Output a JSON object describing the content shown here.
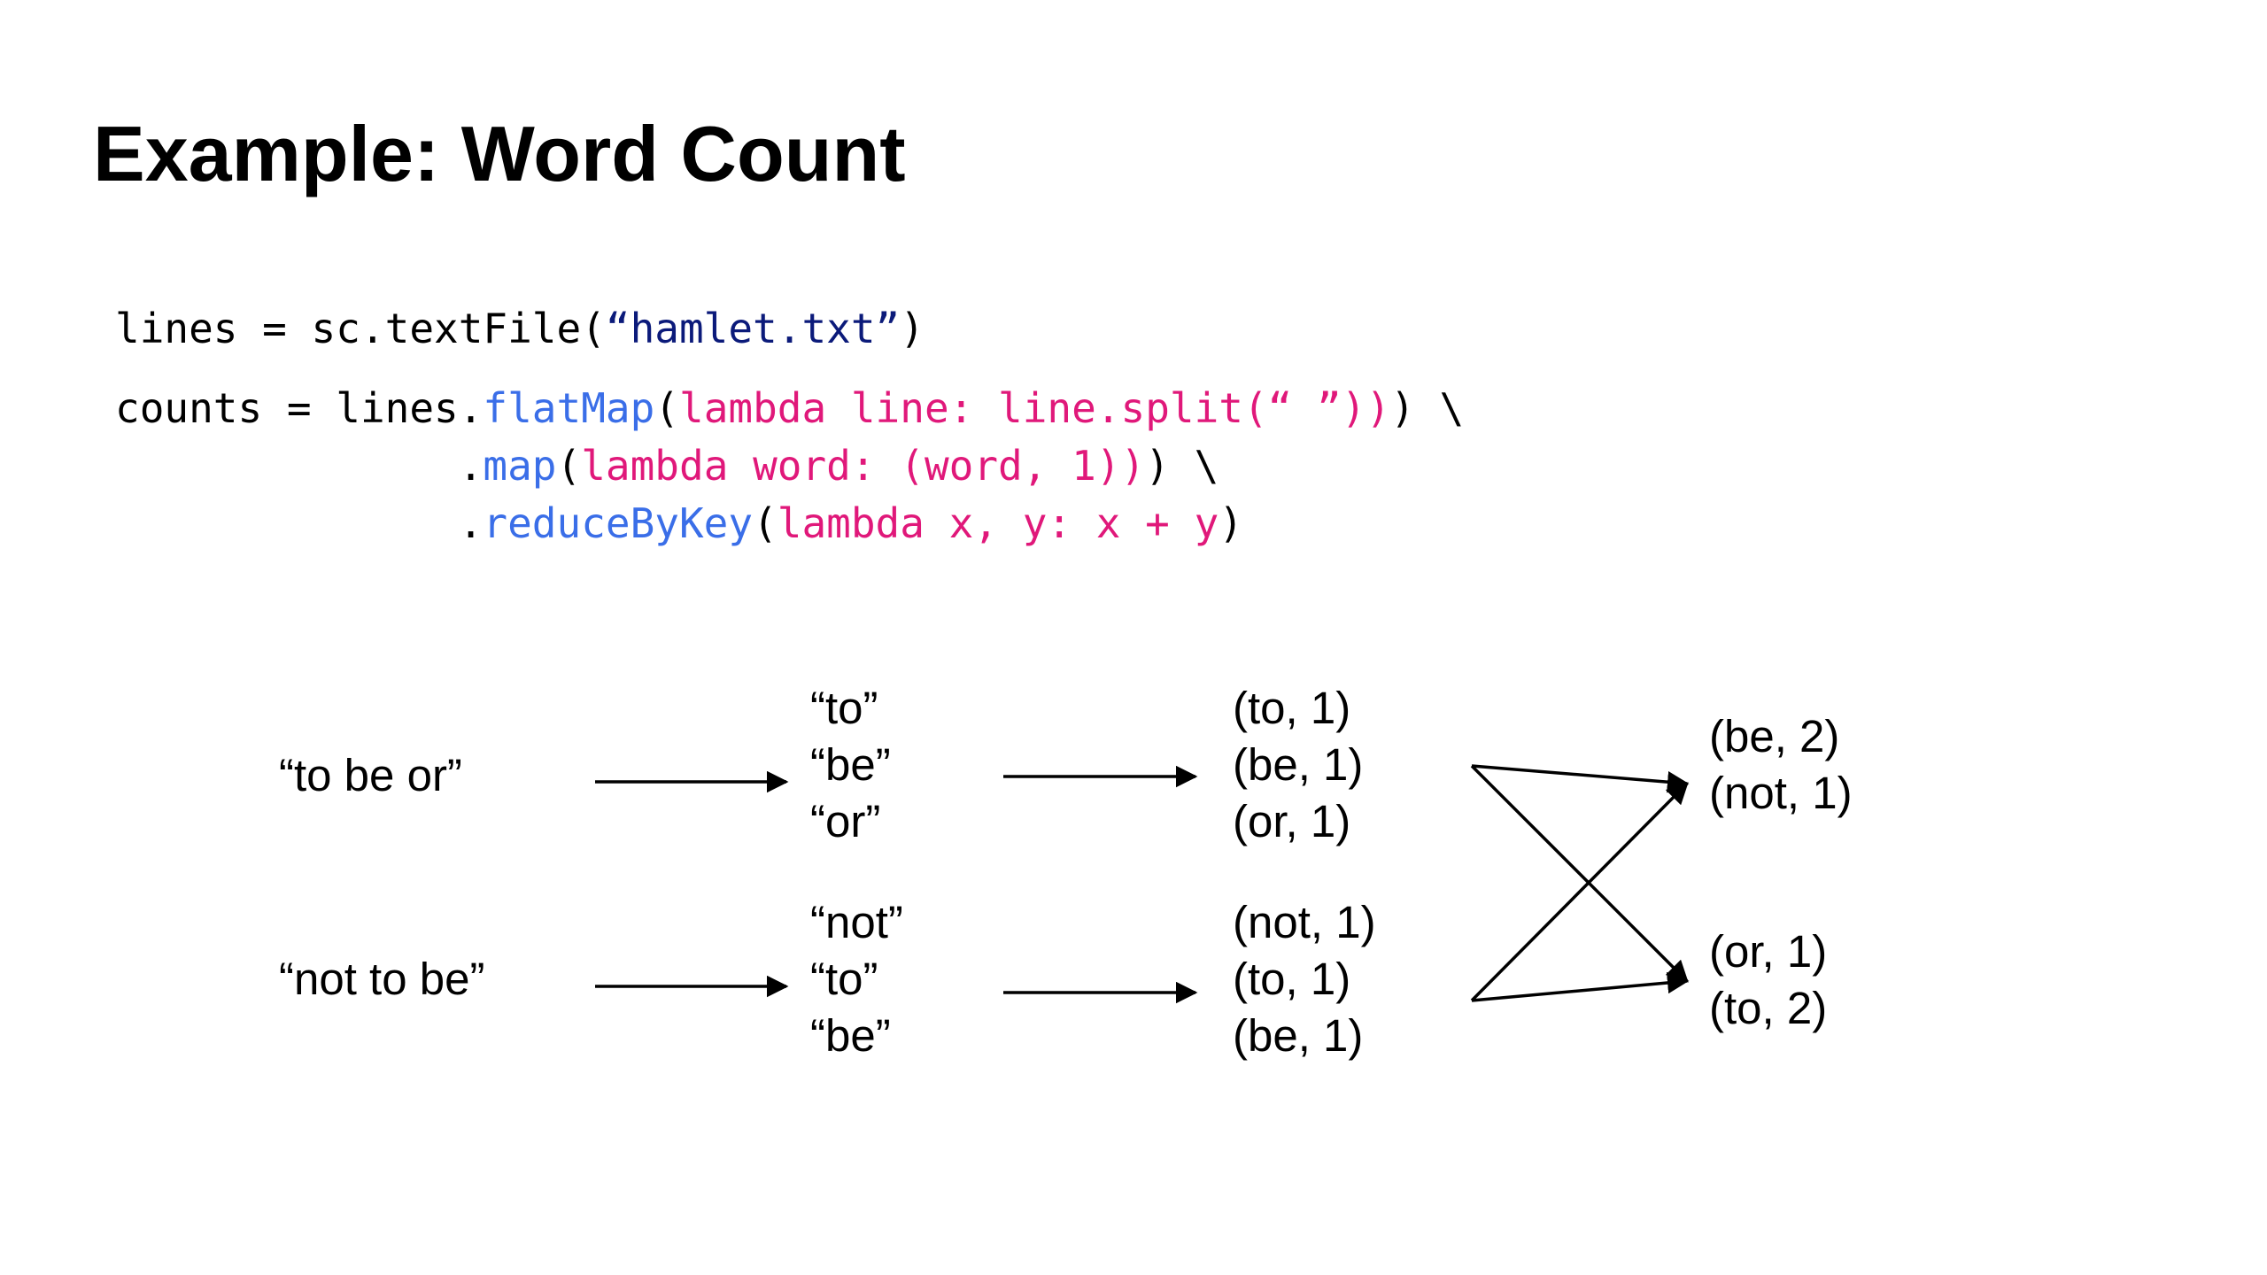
{
  "title": "Example: Word Count",
  "code": {
    "line1": {
      "prefix": "lines = sc.textFile(",
      "string": "“hamlet.txt”",
      "suffix": ")"
    },
    "line2": {
      "prefix": "counts = lines.",
      "fn": "flatMap",
      "open": "(",
      "lambda": "lambda line: line.split(“ ”))",
      "suffix": ") \\"
    },
    "line3": {
      "indent": "              .",
      "fn": "map",
      "open": "(",
      "lambda": "lambda word: (word, 1))",
      "suffix": ") \\"
    },
    "line4": {
      "indent": "              .",
      "fn": "reduceByKey",
      "open": "(",
      "lambda": "lambda x, y: x + y",
      "suffix": ")"
    }
  },
  "diagram": {
    "inputs": [
      "“to be or”",
      "“not to be”"
    ],
    "words_top": [
      "“to”",
      "“be”",
      "“or”"
    ],
    "words_bottom": [
      "“not”",
      "“to”",
      "“be”"
    ],
    "pairs_top": [
      "(to, 1)",
      "(be, 1)",
      "(or, 1)"
    ],
    "pairs_bottom": [
      "(not, 1)",
      "(to, 1)",
      "(be, 1)"
    ],
    "reduced_top": [
      "(be, 2)",
      "(not, 1)"
    ],
    "reduced_bottom": [
      "(or, 1)",
      "(to, 2)"
    ]
  }
}
